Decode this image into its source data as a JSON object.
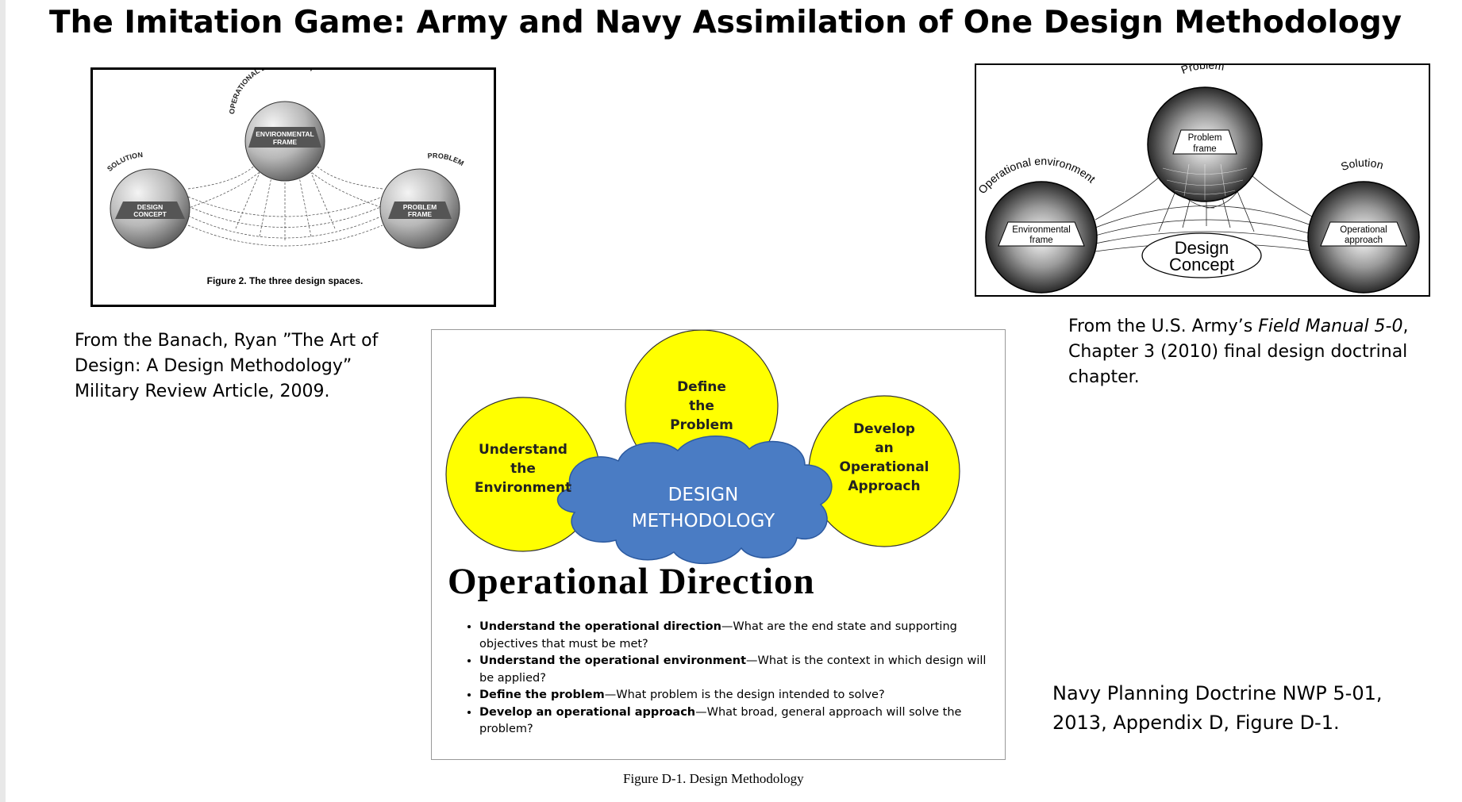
{
  "title": "The Imitation Game: Army and Navy Assimilation of One Design Methodology",
  "figure_banach": {
    "labels": {
      "operational_environment": "OPERATIONAL ENVIRONMENT",
      "environmental_frame_1": "ENVIRONMENTAL",
      "environmental_frame_2": "FRAME",
      "solution": "SOLUTION",
      "design_concept_1": "DESIGN",
      "design_concept_2": "CONCEPT",
      "problem": "PROBLEM",
      "problem_frame_1": "PROBLEM",
      "problem_frame_2": "FRAME"
    },
    "caption": "Figure 2. The three design spaces."
  },
  "figure_fm": {
    "labels": {
      "problem": "Problem",
      "problem_frame_1": "Problem",
      "problem_frame_2": "frame",
      "operational_environment": "Operational environment",
      "environmental_frame_1": "Environmental",
      "environmental_frame_2": "frame",
      "solution": "Solution",
      "operational_approach_1": "Operational",
      "operational_approach_2": "approach",
      "design_concept_1": "Design",
      "design_concept_2": "Concept"
    }
  },
  "figure_navy": {
    "circles": {
      "understand": [
        "Understand",
        "the",
        "Environment"
      ],
      "define": [
        "Define",
        "the",
        "Problem"
      ],
      "develop": [
        "Develop",
        "an",
        "Operational",
        "Approach"
      ]
    },
    "cloud": [
      "DESIGN",
      "METHODOLOGY"
    ],
    "heading": "Operational Direction",
    "bullets": [
      {
        "term": "Understand the operational direction",
        "text": "—What are the end state and supporting objectives that must be met?"
      },
      {
        "term": "Understand the operational environment",
        "text": "—What is the context in which design will be applied?"
      },
      {
        "term": "Define the problem",
        "text": "—What problem is the design intended to solve?"
      },
      {
        "term": "Develop an operational approach",
        "text": "—What broad, general approach will solve the problem?"
      }
    ],
    "figure_caption": "Figure D-1.  Design Methodology",
    "colors": {
      "circle_fill": "#ffff00",
      "cloud_fill": "#4a7cc4",
      "cloud_text": "#ffffff"
    }
  },
  "captions": {
    "left": "From the Banach, Ryan ”The Art of Design: A Design Methodology” Military Review Article, 2009.",
    "right_prefix": "From the U.S. Army’s ",
    "right_italic": "Field Manual 5-0",
    "right_suffix": ", Chapter 3 (2010) final design doctrinal chapter.",
    "navy": "Navy Planning Doctrine NWP 5-01, 2013, Appendix D, Figure D-1."
  }
}
